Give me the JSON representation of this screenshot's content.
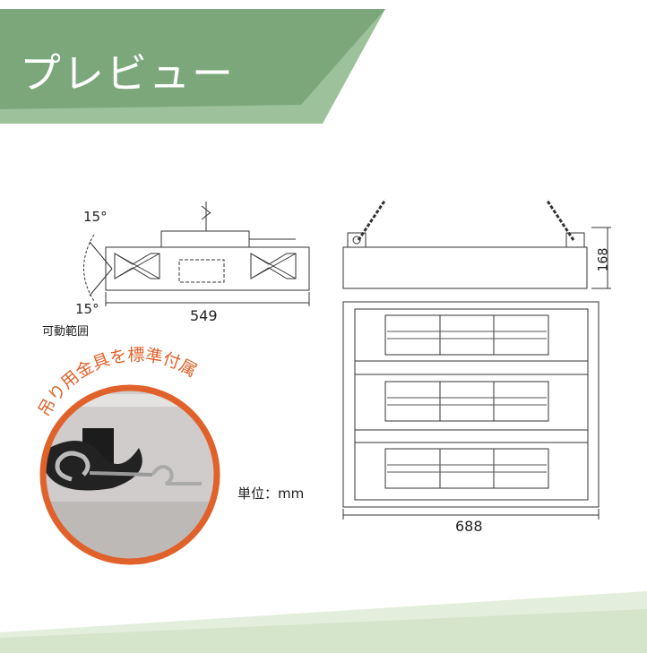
{
  "header": {
    "title": "プレビュー",
    "color": "#7ca77b",
    "accent": "#9dc29b"
  },
  "side_drawing": {
    "angle_top": "15°",
    "angle_bottom": "15°",
    "width_dim": "549",
    "range_label": "可動範囲"
  },
  "front_drawing": {
    "height_dim": "168",
    "width_dim": "688"
  },
  "unit_label": "単位：mm",
  "accessory": {
    "caption": "吊り用金具を標準付属",
    "ring_color": "#e0622a"
  }
}
